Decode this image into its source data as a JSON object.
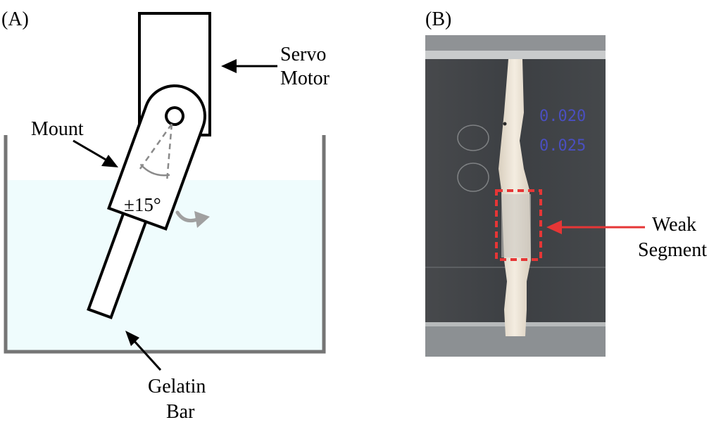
{
  "panel_a": {
    "label": "(A)",
    "servo_label_line1": "Servo",
    "servo_label_line2": "Motor",
    "mount_label": "Mount",
    "angle_label": "±15°",
    "gelatin_label_line1": "Gelatin",
    "gelatin_label_line2": "Bar",
    "colors": {
      "water": "#effcfd",
      "tank": "#757575",
      "rotation_arrow": "#a0a0a0"
    }
  },
  "panel_b": {
    "label": "(B)",
    "display_line1": "0.020",
    "display_line2": "0.025",
    "weak_label_line1": "Weak",
    "weak_label_line2": "Segment",
    "colors": {
      "highlight": "#e63636",
      "background": "#3f4245",
      "gelatin": "#efe6d7"
    }
  }
}
